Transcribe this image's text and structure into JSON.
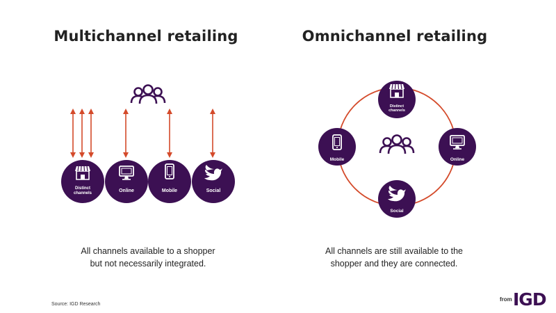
{
  "titles": {
    "left": "Multichannel retailing",
    "right": "Omnichannel retailing"
  },
  "captions": {
    "left_line1": "All channels available to a shopper",
    "left_line2": "but not necessarily integrated.",
    "right_line1": "All channels are still available to the",
    "right_line2": "shopper and they are connected."
  },
  "channels": {
    "distinct_line1": "Distinct",
    "distinct_line2": "channels",
    "online": "Online",
    "mobile": "Mobile",
    "social": "Social"
  },
  "source": "Source: IGD Research",
  "logo": {
    "from": "from",
    "mark": "IGD"
  },
  "colors": {
    "circle": "#3c1053",
    "arrow": "#d44a2a",
    "ring": "#d44a2a",
    "people": "#3c1053",
    "label": "#ffffff"
  },
  "icons": [
    "store-icon",
    "monitor-icon",
    "phone-icon",
    "twitter-bird-icon",
    "people-group-icon"
  ]
}
